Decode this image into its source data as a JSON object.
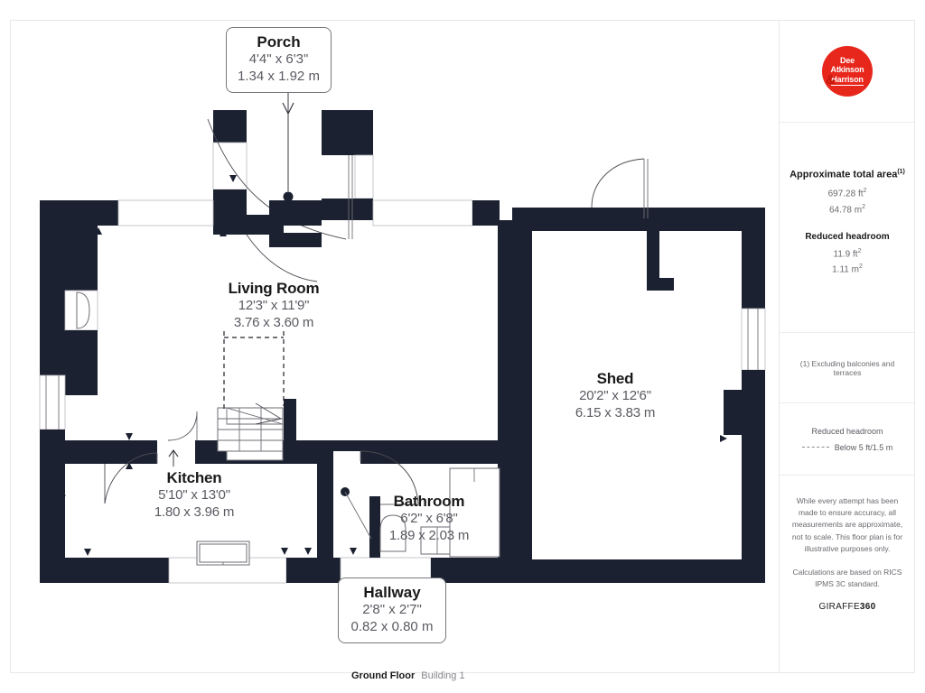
{
  "plan": {
    "floor_caption": {
      "floor": "Ground Floor",
      "building": "Building 1"
    },
    "rooms": [
      {
        "name": "Porch",
        "imperial": "4'4\" x 6'3\"",
        "metric": "1.34 x 1.92 m"
      },
      {
        "name": "Living Room",
        "imperial": "12'3\" x 11'9\"",
        "metric": "3.76 x 3.60 m"
      },
      {
        "name": "Kitchen",
        "imperial": "5'10\" x 13'0\"",
        "metric": "1.80 x 3.96 m"
      },
      {
        "name": "Bathroom",
        "imperial": "6'2\" x 6'8\"",
        "metric": "1.89 x 2.03 m"
      },
      {
        "name": "Shed",
        "imperial": "20'2\" x 12'6\"",
        "metric": "6.15 x 3.83 m"
      },
      {
        "name": "Hallway",
        "imperial": "2'8\" x 2'7\"",
        "metric": "0.82 x 0.80 m"
      }
    ],
    "colors": {
      "wall": "#1b2130",
      "background": "#ffffff",
      "line": "#3c3c44"
    }
  },
  "sidebar": {
    "logo": {
      "line1": "Dee",
      "line2": "Atkinson",
      "line3": "Harrison",
      "ampersand": "&",
      "color": "#e8271c"
    },
    "area": {
      "title": "Approximate total area",
      "title_sup": "(1)",
      "sqft": "697.28 ft",
      "sqft_sup": "2",
      "sqm": "64.78 m",
      "sqm_sup": "2",
      "reduced_title": "Reduced headroom",
      "reduced_sqft": "11.9 ft",
      "reduced_sqft_sup": "2",
      "reduced_sqm": "1.11 m",
      "reduced_sqm_sup": "2"
    },
    "footnote": "(1) Excluding balconies and terraces",
    "legend": {
      "title": "Reduced headroom",
      "value": "Below 5 ft/1.5 m"
    },
    "disclaimer": {
      "p1": "While every attempt has been made to ensure accuracy, all measurements are approximate, not to scale. This floor plan is for illustrative purposes only.",
      "p2": "Calculations are based on RICS IPMS 3C standard."
    },
    "brand": {
      "prefix": "GIRAFFE",
      "suffix": "360"
    }
  }
}
